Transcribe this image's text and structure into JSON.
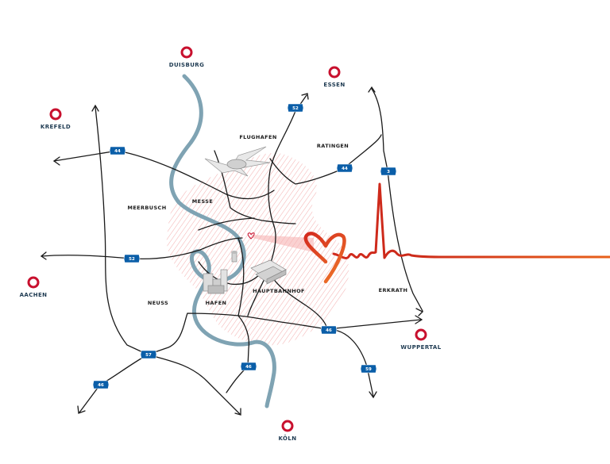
{
  "cities": {
    "duisburg": "DUISBURG",
    "essen": "ESSEN",
    "krefeld": "KREFELD",
    "aachen": "AACHEN",
    "wuppertal": "WUPPERTAL",
    "koeln": "KÖLN"
  },
  "districts": {
    "flughafen": "FLUGHAFEN",
    "ratingen": "RATINGEN",
    "messe": "MESSE",
    "meerbusch": "MEERBUSCH",
    "neuss": "NEUSS",
    "hafen": "HAFEN",
    "hauptbahnhof": "HAUPTBAHNHOF",
    "erkrath": "ERKRATH"
  },
  "highways": {
    "a44_west": "44",
    "a52_north": "52",
    "a44_east": "44",
    "a3": "3",
    "a52_west": "52",
    "a57": "57",
    "a46_southwest": "46",
    "a46_south": "46",
    "a46_east": "46",
    "a59": "59"
  },
  "colors": {
    "marker": "#c8102e",
    "shield": "#0a5ea8",
    "river": "#7fa3b3",
    "roads": "#1a1a1a",
    "hatch": "#f0a8a8",
    "pulse_start": "#d42a1e",
    "pulse_end": "#e8611a"
  },
  "icons": {
    "city_marker": "ring-marker-icon",
    "highway_shield": "autobahn-shield-icon",
    "airport": "airport-illustration",
    "harbor": "harbor-illustration",
    "station": "station-illustration",
    "heart": "heart-pulse-icon"
  }
}
